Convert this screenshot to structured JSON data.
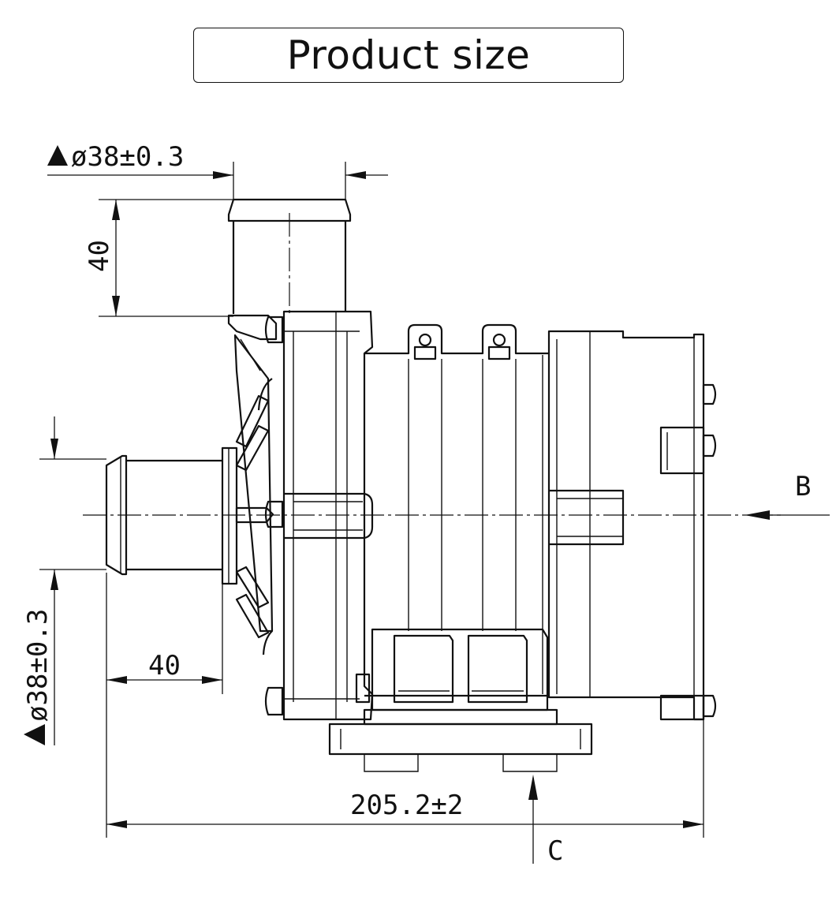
{
  "title": "Product size",
  "dimensions": {
    "outlet_diameter": "ø38±0.3",
    "outlet_length": "40",
    "inlet_diameter": "ø38±0.3",
    "inlet_length": "40",
    "overall_length": "205.2±2",
    "view_b": "B",
    "view_c": "C"
  }
}
